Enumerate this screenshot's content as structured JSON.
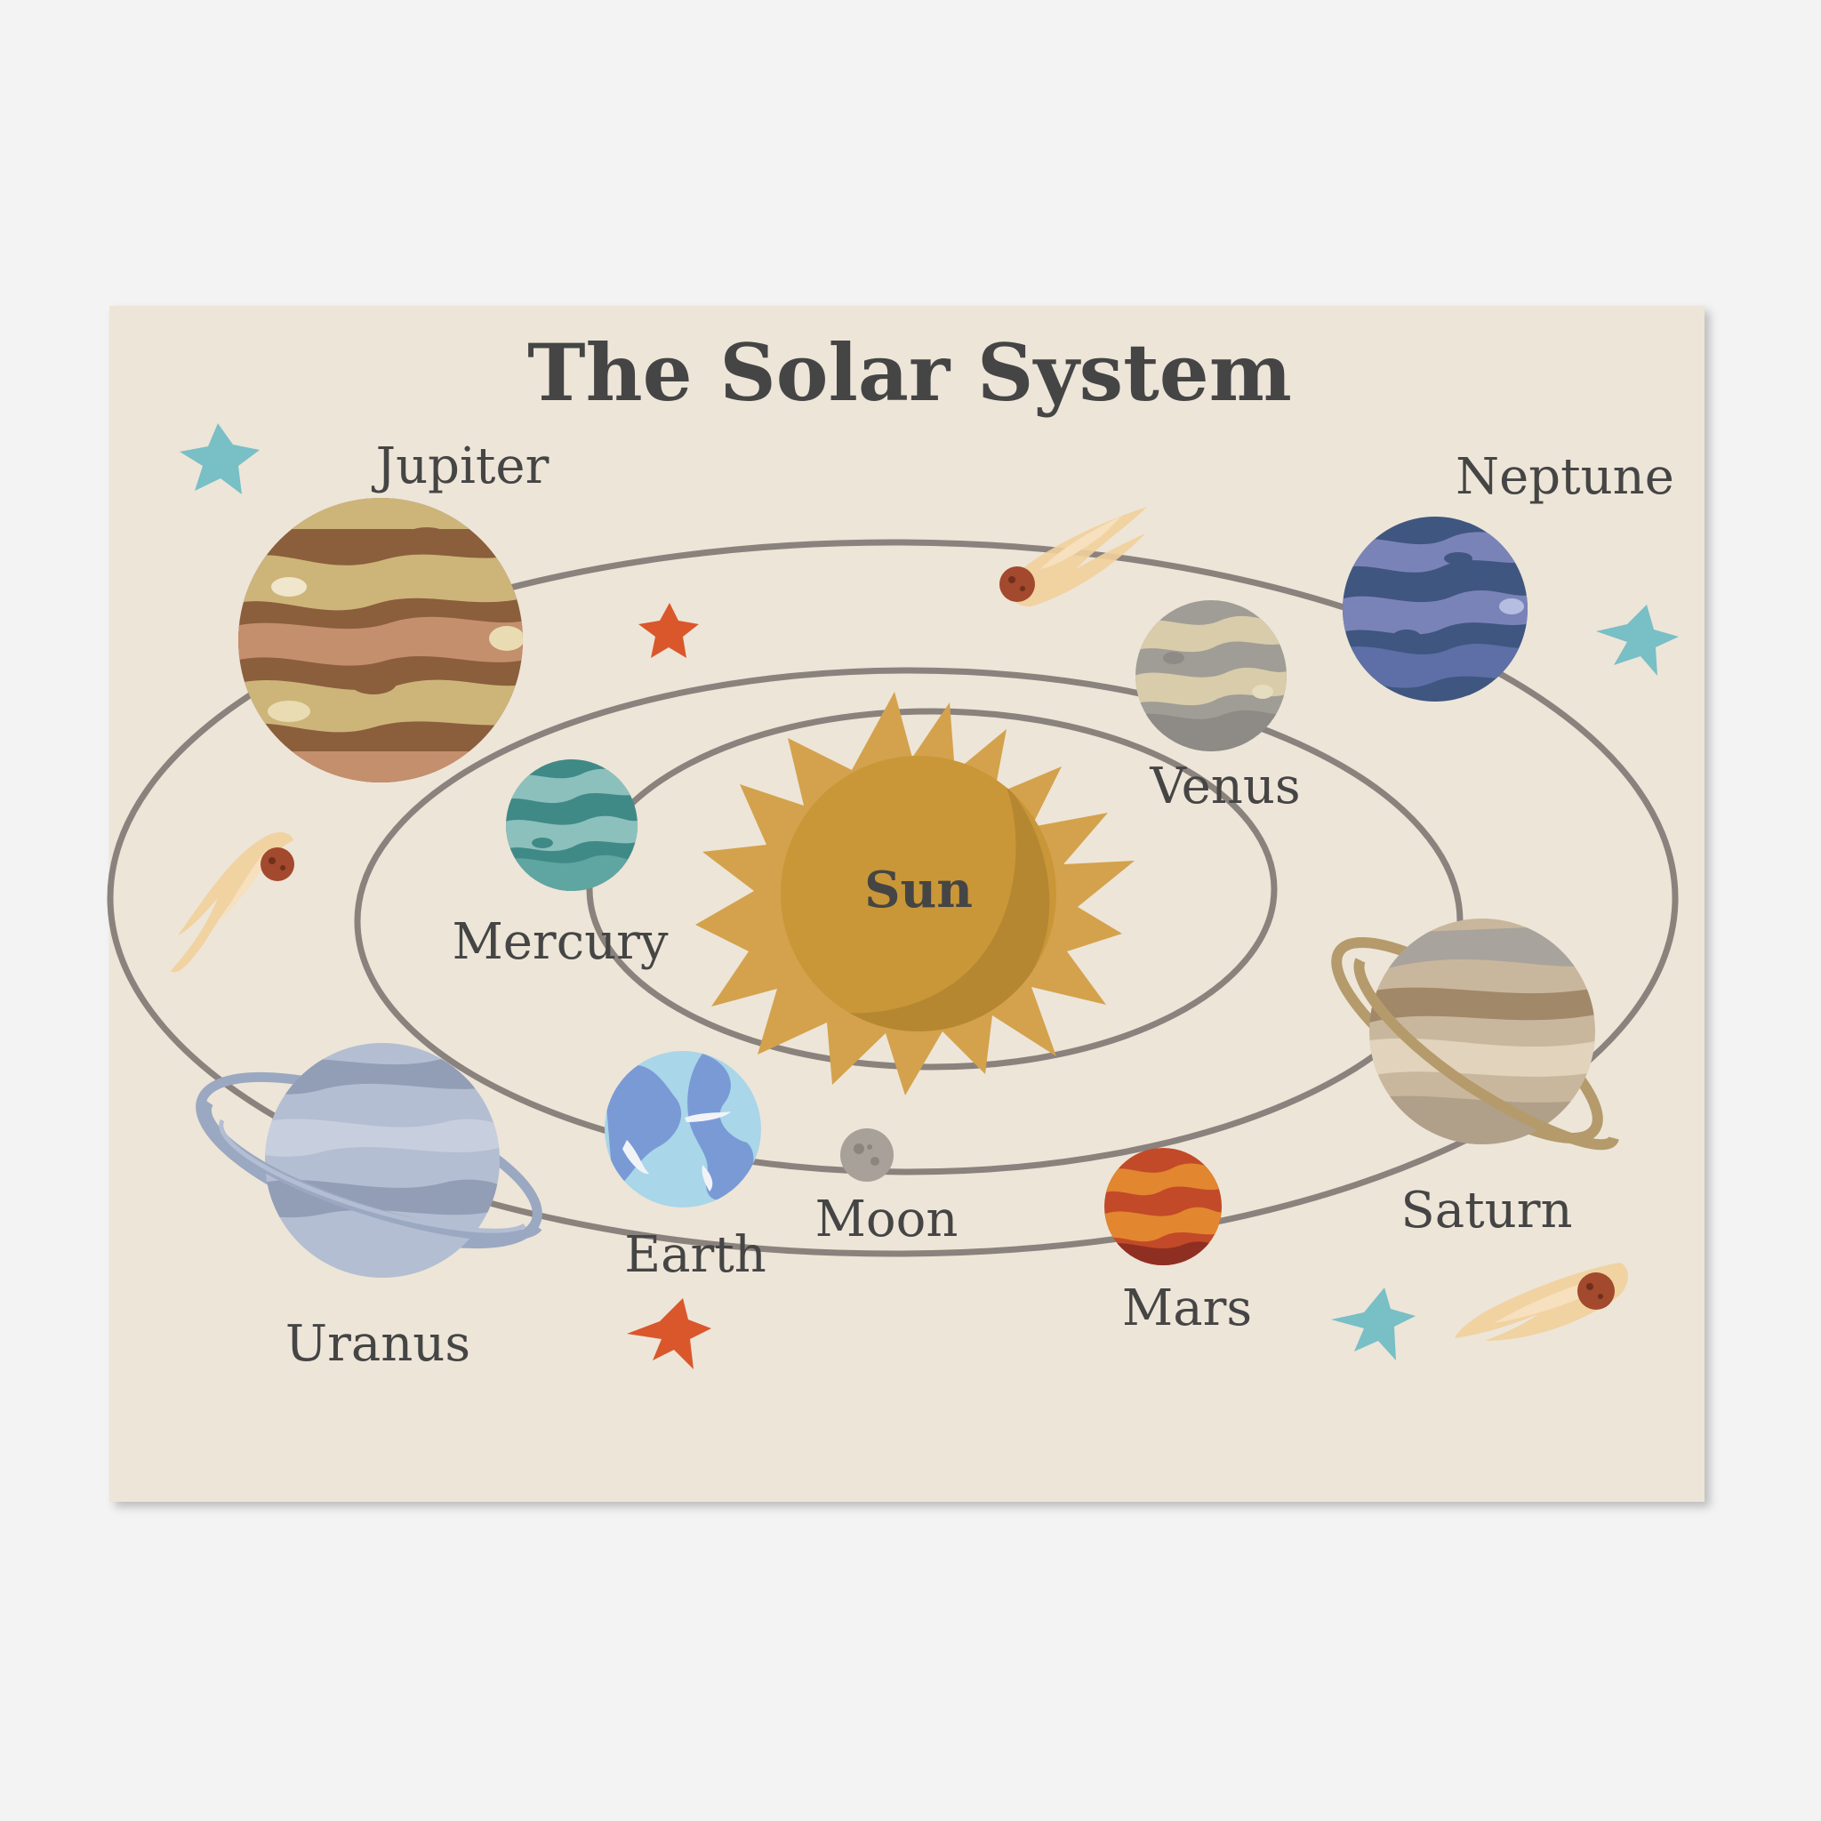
{
  "title": "The Solar System",
  "labels": {
    "sun": "Sun",
    "mercury": "Mercury",
    "venus": "Venus",
    "earth": "Earth",
    "moon": "Moon",
    "mars": "Mars",
    "jupiter": "Jupiter",
    "saturn": "Saturn",
    "uranus": "Uranus",
    "neptune": "Neptune"
  },
  "colors": {
    "page_background": "#f3f3f3",
    "poster_background": "#ede5d8",
    "text": "#454545",
    "orbit": "#8a827c",
    "sun_rays": "#d4a24c",
    "sun_core": "#c99737",
    "sun_shade": "#b68731",
    "star_blue": "#78bfc6",
    "star_orange": "#d9572b",
    "comet_tail": "#f1cf9b",
    "comet_rock": "#a2492e"
  },
  "icons": [
    "sun-icon",
    "planet-icon",
    "comet-icon",
    "star-icon"
  ]
}
